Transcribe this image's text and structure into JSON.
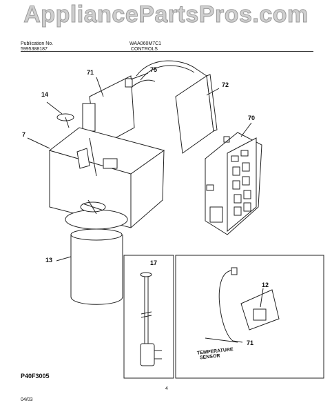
{
  "watermark": "AppliancePartsPros.com",
  "header": {
    "publication_label": "Publication No.",
    "publication_no": "5995388187",
    "model": "WAA060M7C1",
    "section": "CONTROLS"
  },
  "callouts": {
    "c14": "14",
    "c71": "71",
    "c75": "75",
    "c72": "72",
    "c7": "7",
    "c70": "70",
    "c13": "13",
    "c17": "17",
    "c12": "12",
    "c71b": "71"
  },
  "sensor_label": [
    "TEMPERATURE",
    "SENSOR"
  ],
  "footer": {
    "figure_code": "P40F3005",
    "page_number": "4",
    "date": "04/03"
  }
}
